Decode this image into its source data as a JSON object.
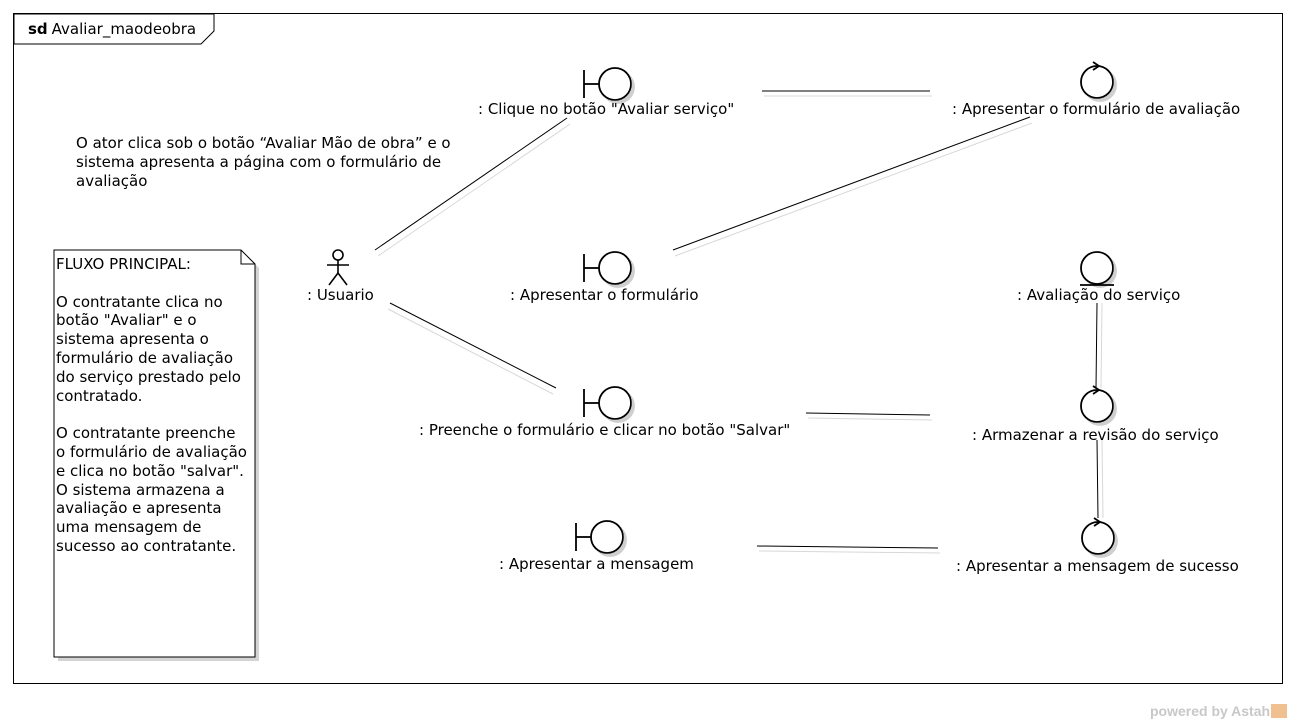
{
  "frame": {
    "keyword": "sd",
    "name": "Avaliar_maodeobra"
  },
  "comment": "O ator clica sob o botão “Avaliar Mão de obra” e o sistema apresenta a página com o formulário de avaliação",
  "note": {
    "text": "FLUXO PRINCIPAL:\n\nO contratante clica no botão \"Avaliar\" e o sistema apresenta o formulário de avaliação do serviço prestado pelo contratado.\n\nO contratante preenche o formulário de avaliação e clica no botão \"salvar\". O sistema armazena a avaliação e apresenta uma mensagem de sucesso ao contratante."
  },
  "actor": {
    "label": ": Usuario"
  },
  "boundaries": [
    {
      "label": ": Clique no botão \"Avaliar serviço\""
    },
    {
      "label": ": Apresentar o formulário"
    },
    {
      "label": ": Preenche o formulário e clicar no botão \"Salvar\""
    },
    {
      "label": ": Apresentar a mensagem"
    }
  ],
  "controls": [
    {
      "label": ": Apresentar o formulário de avaliação"
    },
    {
      "label": ": Armazenar a revisão do serviço"
    },
    {
      "label": ": Apresentar a mensagem de sucesso"
    }
  ],
  "entities": [
    {
      "label": ": Avaliação do serviço"
    }
  ],
  "footer": {
    "text": "powered by Astah"
  }
}
